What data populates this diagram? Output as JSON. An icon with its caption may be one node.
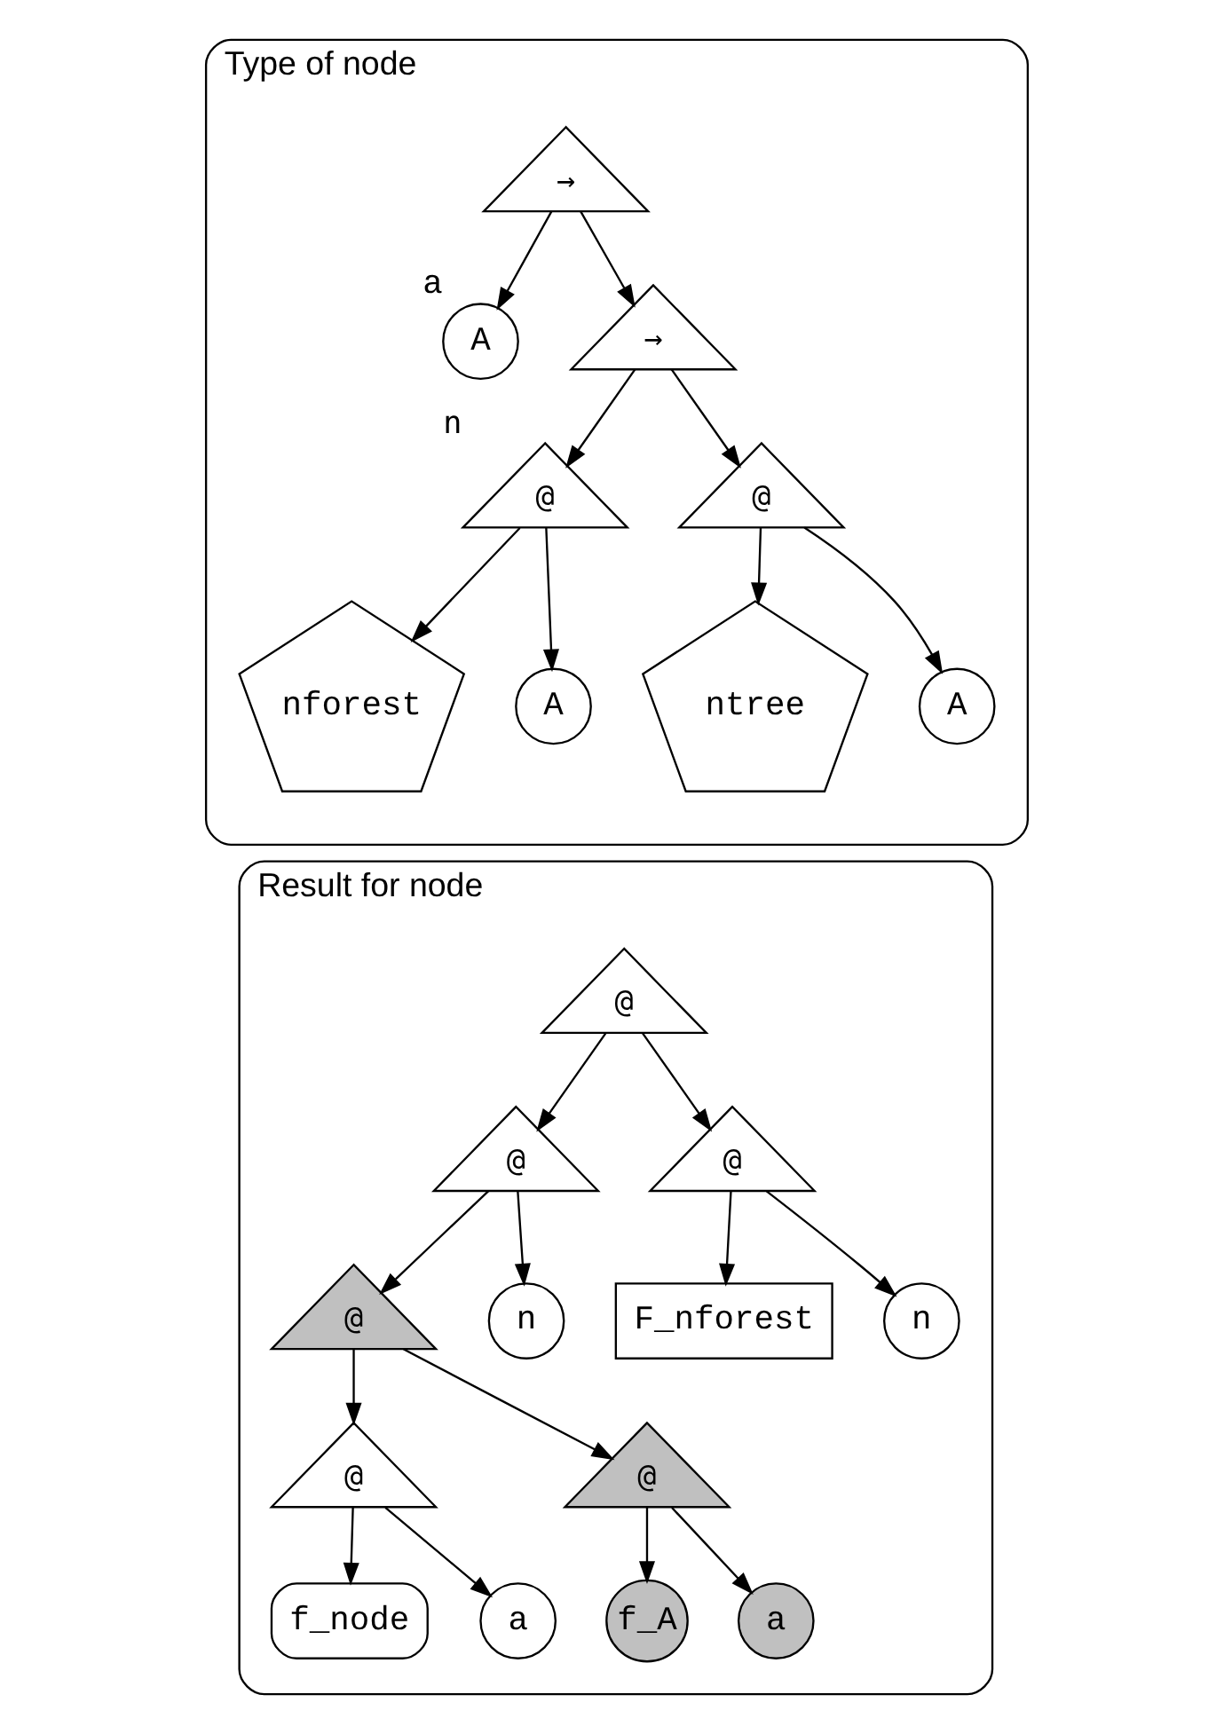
{
  "diagram": {
    "nodes": [
      {
        "text": [
          "Type of node"
        ]
      },
      {
        "text": [
          "→"
        ],
        "in": 0
      },
      {
        "text": [
          "A"
        ],
        "in": 0,
        "beside": [
          "a"
        ]
      },
      {
        "text": [
          "→"
        ],
        "in": 0
      },
      {
        "text": [
          "@"
        ],
        "in": 0,
        "beside": [
          "n"
        ]
      },
      {
        "text": [
          "@"
        ],
        "in": 0
      },
      {
        "text": [
          "nforest"
        ],
        "in": 0
      },
      {
        "text": [
          "A"
        ],
        "in": 0
      },
      {
        "text": [
          "ntree"
        ],
        "in": 0
      },
      {
        "text": [
          "A"
        ],
        "in": 0
      },
      {
        "text": [
          "Result for node"
        ]
      },
      {
        "text": [
          "@"
        ],
        "in": 10
      },
      {
        "text": [
          "@"
        ],
        "in": 10
      },
      {
        "text": [
          "@"
        ],
        "in": 10
      },
      {
        "text": [
          "@"
        ],
        "in": 10
      },
      {
        "text": [
          "n"
        ],
        "in": 10
      },
      {
        "text": [
          "F_nforest"
        ],
        "in": 10
      },
      {
        "text": [
          "n"
        ],
        "in": 10
      },
      {
        "text": [
          "@"
        ],
        "in": 10
      },
      {
        "text": [
          "@"
        ],
        "in": 10
      },
      {
        "text": [
          "f_node"
        ],
        "in": 10
      },
      {
        "text": [
          "a"
        ],
        "in": 10
      },
      {
        "text": [
          "f_A"
        ],
        "in": 10
      },
      {
        "text": [
          "a"
        ],
        "in": 10
      }
    ],
    "edges": [
      {
        "from": 1,
        "to": 2,
        "arrow": "to"
      },
      {
        "from": 1,
        "to": 3,
        "arrow": "to"
      },
      {
        "from": 3,
        "to": 4,
        "arrow": "to"
      },
      {
        "from": 3,
        "to": 5,
        "arrow": "to"
      },
      {
        "from": 4,
        "to": 6,
        "arrow": "to"
      },
      {
        "from": 4,
        "to": 7,
        "arrow": "to"
      },
      {
        "from": 5,
        "to": 8,
        "arrow": "to"
      },
      {
        "from": 5,
        "to": 9,
        "arrow": "to"
      },
      {
        "from": 11,
        "to": 12,
        "arrow": "to"
      },
      {
        "from": 11,
        "to": 13,
        "arrow": "to"
      },
      {
        "from": 12,
        "to": 14,
        "arrow": "to"
      },
      {
        "from": 12,
        "to": 15,
        "arrow": "to"
      },
      {
        "from": 13,
        "to": 16,
        "arrow": "to"
      },
      {
        "from": 13,
        "to": 17,
        "arrow": "to"
      },
      {
        "from": 14,
        "to": 18,
        "arrow": "to"
      },
      {
        "from": 14,
        "to": 19,
        "arrow": "to"
      },
      {
        "from": 18,
        "to": 20,
        "arrow": "to"
      },
      {
        "from": 18,
        "to": 21,
        "arrow": "to"
      },
      {
        "from": 19,
        "to": 22,
        "arrow": "to"
      },
      {
        "from": 19,
        "to": 23,
        "arrow": "to"
      }
    ]
  }
}
